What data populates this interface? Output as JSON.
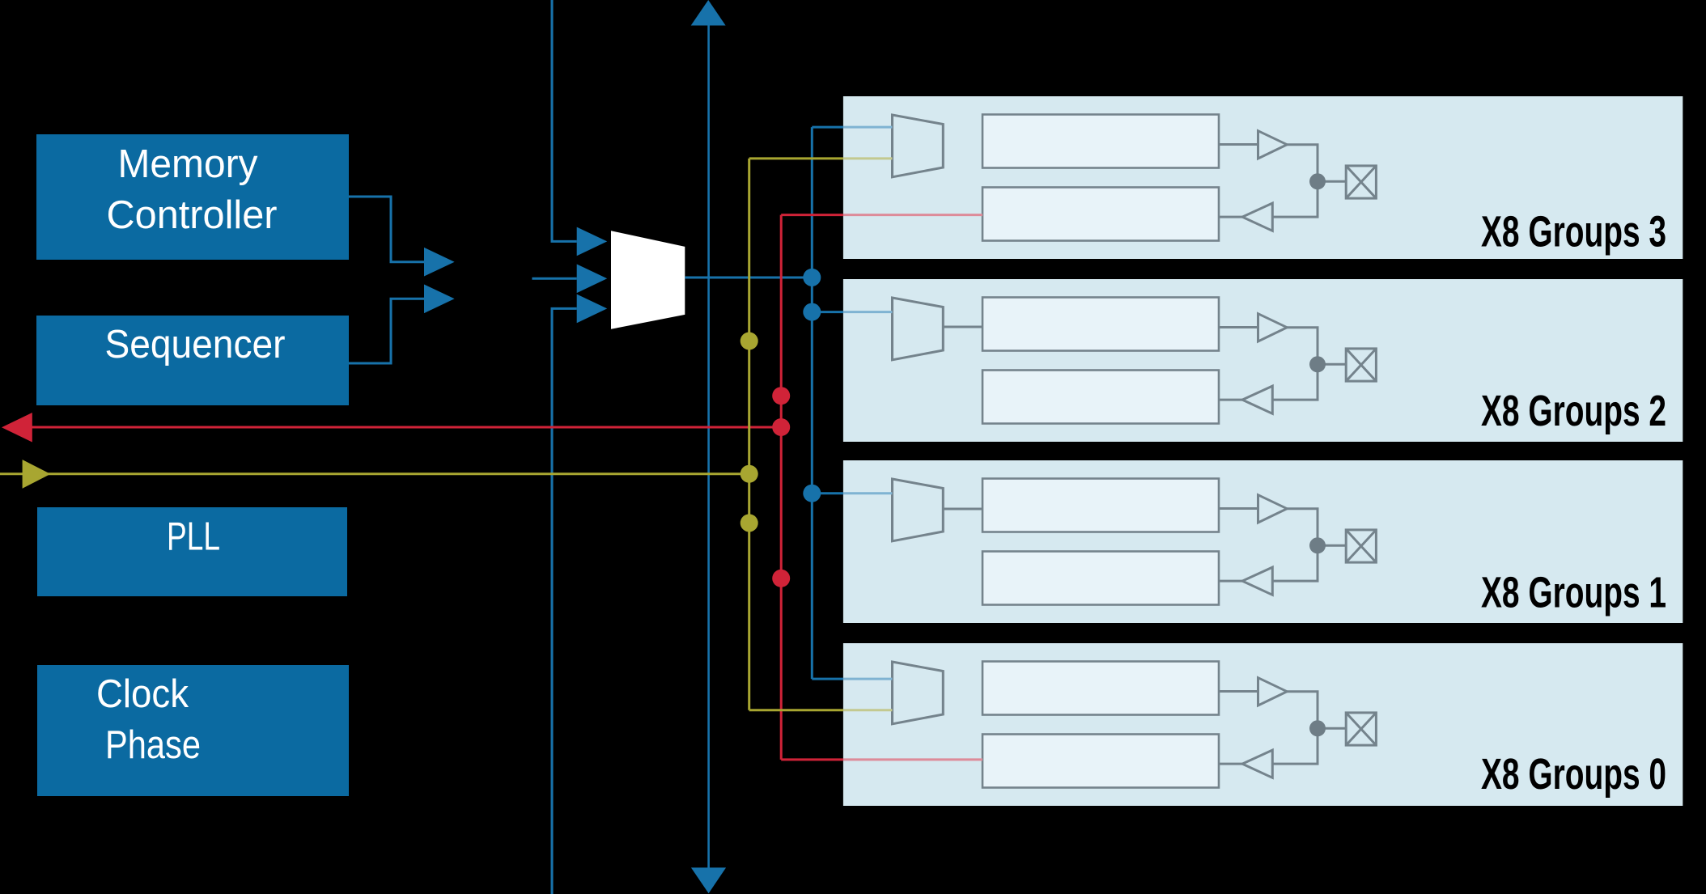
{
  "colors": {
    "background": "#000000",
    "box_blue": "#0b6aa1",
    "line_blue": "#1772aa",
    "line_blue_light": "#7fb3d2",
    "red": "#d02338",
    "red_light": "#dd8b99",
    "olive": "#a8a631",
    "olive_light": "#c3c98f",
    "panel_bg": "#d6e9f0",
    "rect_fill": "#e8f3f9",
    "shape_gray": "#74838c",
    "dot_gray": "#6e7d86",
    "mux_white": "#ffffff",
    "text_white": "#ffffff",
    "label_black": "#000000"
  },
  "blocks": {
    "memory_controller": {
      "line1": "Memory",
      "line2": "Controller"
    },
    "sequencer": {
      "label": "Sequencer"
    },
    "pll": {
      "label": "PLL"
    },
    "clock_phase": {
      "line1": "Clock",
      "line2": "Phase"
    }
  },
  "panels": {
    "group3": {
      "label": "X8 Groups 3"
    },
    "group2": {
      "label": "X8 Groups 2"
    },
    "group1": {
      "label": "X8 Groups 1"
    },
    "group0": {
      "label": "X8 Groups 0"
    }
  }
}
